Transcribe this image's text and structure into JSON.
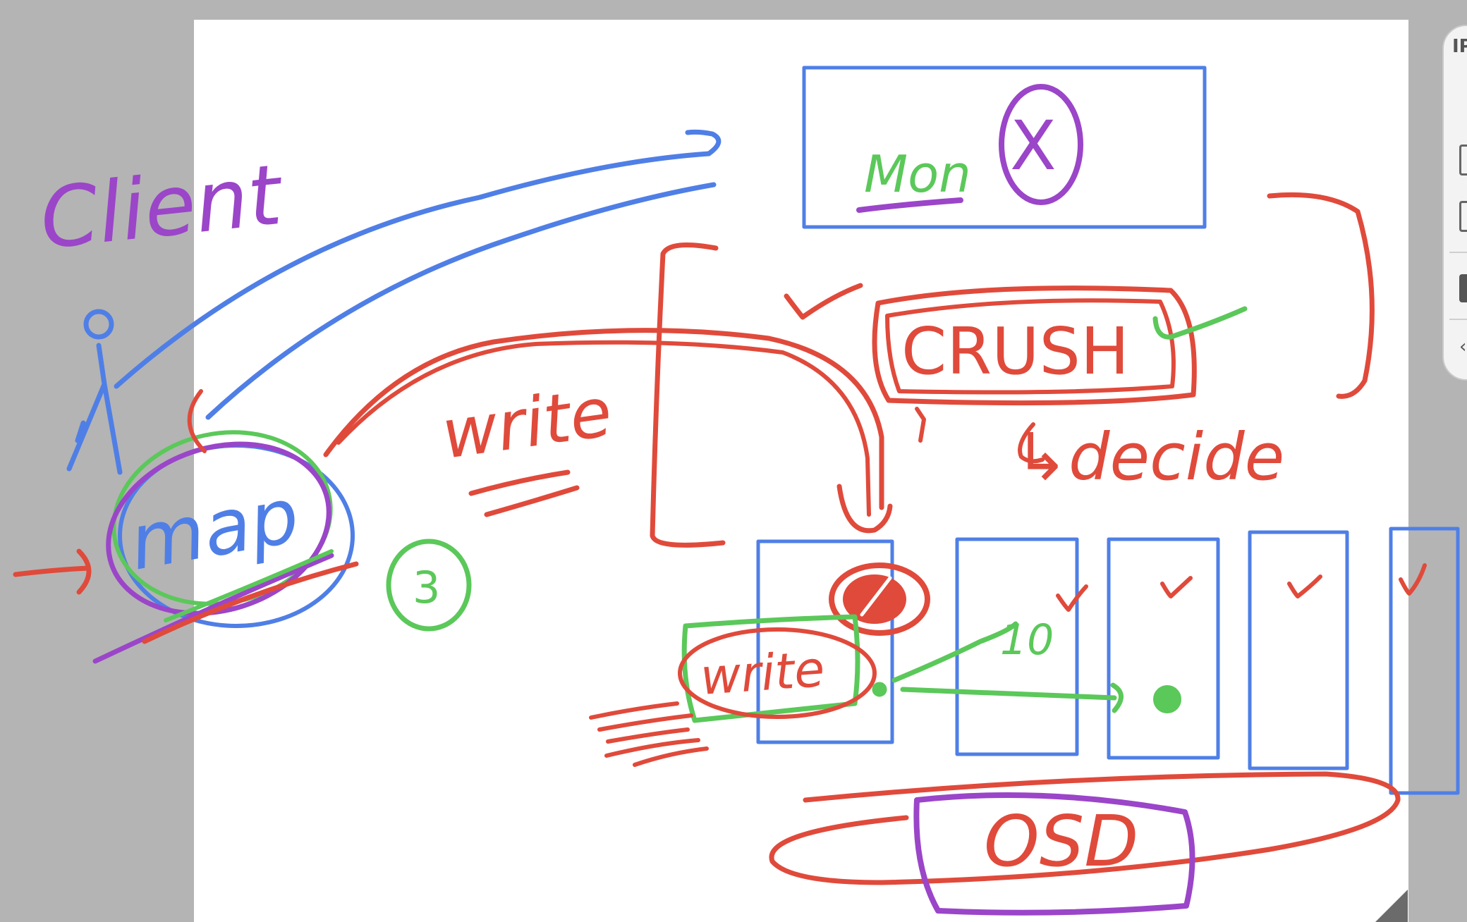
{
  "diagram": {
    "labels": {
      "client": "Client",
      "mon": "Mon",
      "mon_mark": "X",
      "crush": "CRUSH",
      "decide": "↳decide",
      "write_top": "write",
      "map": "map",
      "three": "3",
      "write_osd": "write",
      "ten": "10",
      "osd": "OSD"
    },
    "checkmarks": [
      "✓",
      "✓",
      "✓",
      "✓",
      "✓",
      "✓"
    ]
  },
  "panel": {
    "label": "IP"
  },
  "colors": {
    "blue": "#4f7fe6",
    "red": "#e04a3b",
    "green": "#5bc85a",
    "purple": "#9b45c9",
    "background": "#b4b4b4",
    "canvas": "#ffffff"
  }
}
